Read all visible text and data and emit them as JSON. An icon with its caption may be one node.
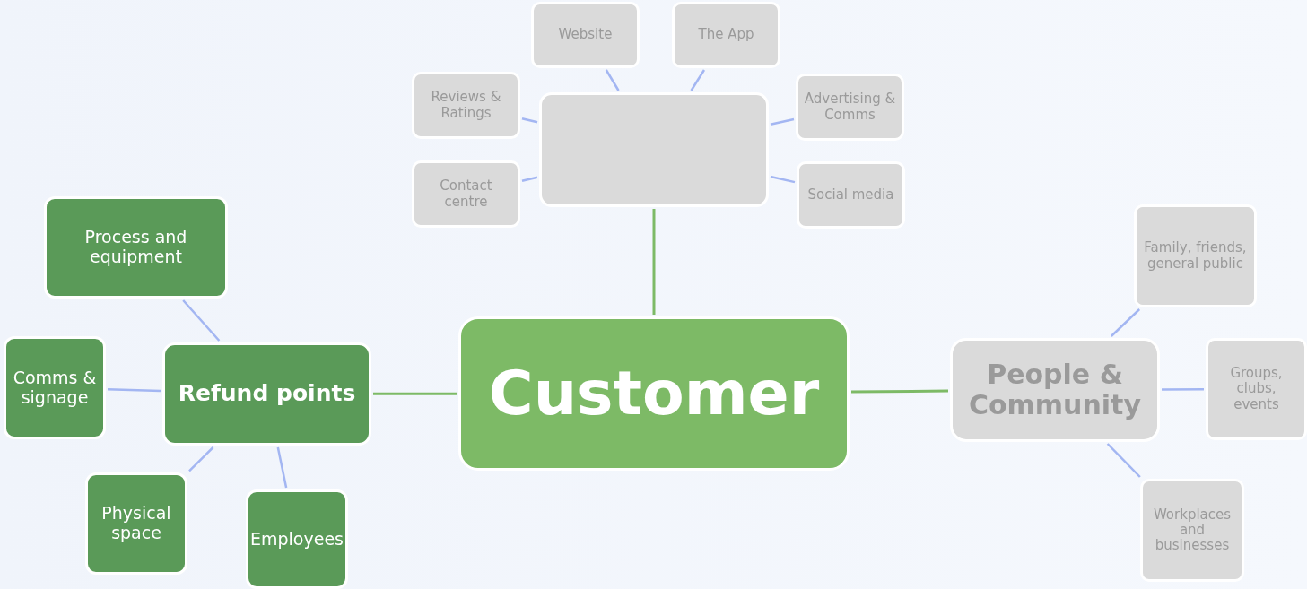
{
  "diagram": {
    "nodes": [
      {
        "text": [
          "Customer"
        ]
      },
      {
        "text": [],
        "shape": "box"
      },
      {
        "text": [
          "Website"
        ]
      },
      {
        "text": [
          "The App"
        ]
      },
      {
        "text": [
          "Reviews & Ratings"
        ]
      },
      {
        "text": [
          "Advertising & Comms"
        ]
      },
      {
        "text": [
          "Contact centre"
        ]
      },
      {
        "text": [
          "Social media"
        ]
      },
      {
        "text": [
          "People & Community"
        ]
      },
      {
        "text": [
          "Family, friends, general public"
        ]
      },
      {
        "text": [
          "Groups, clubs, events"
        ]
      },
      {
        "text": [
          "Workplaces and businesses"
        ]
      },
      {
        "text": [
          "Refund points"
        ]
      },
      {
        "text": [
          "Process and equipment"
        ]
      },
      {
        "text": [
          "Comms & signage"
        ]
      },
      {
        "text": [
          "Physical space"
        ]
      },
      {
        "text": [
          "Employees"
        ]
      }
    ],
    "edges": [
      {
        "from": 0,
        "to": 1,
        "arrow": "none",
        "color": "#7dba66"
      },
      {
        "from": 1,
        "to": 2,
        "arrow": "none"
      },
      {
        "from": 1,
        "to": 3,
        "arrow": "none"
      },
      {
        "from": 1,
        "to": 4,
        "arrow": "none"
      },
      {
        "from": 1,
        "to": 5,
        "arrow": "none"
      },
      {
        "from": 1,
        "to": 6,
        "arrow": "none"
      },
      {
        "from": 1,
        "to": 7,
        "arrow": "none"
      },
      {
        "from": 0,
        "to": 8,
        "arrow": "none",
        "color": "#7dba66"
      },
      {
        "from": 8,
        "to": 9,
        "arrow": "none"
      },
      {
        "from": 8,
        "to": 10,
        "arrow": "none"
      },
      {
        "from": 8,
        "to": 11,
        "arrow": "none"
      },
      {
        "from": 0,
        "to": 12,
        "arrow": "none",
        "color": "#7dba66"
      },
      {
        "from": 12,
        "to": 13,
        "arrow": "none"
      },
      {
        "from": 12,
        "to": 14,
        "arrow": "none"
      },
      {
        "from": 12,
        "to": 15,
        "arrow": "none"
      },
      {
        "from": 12,
        "to": 16,
        "arrow": "none"
      }
    ]
  }
}
